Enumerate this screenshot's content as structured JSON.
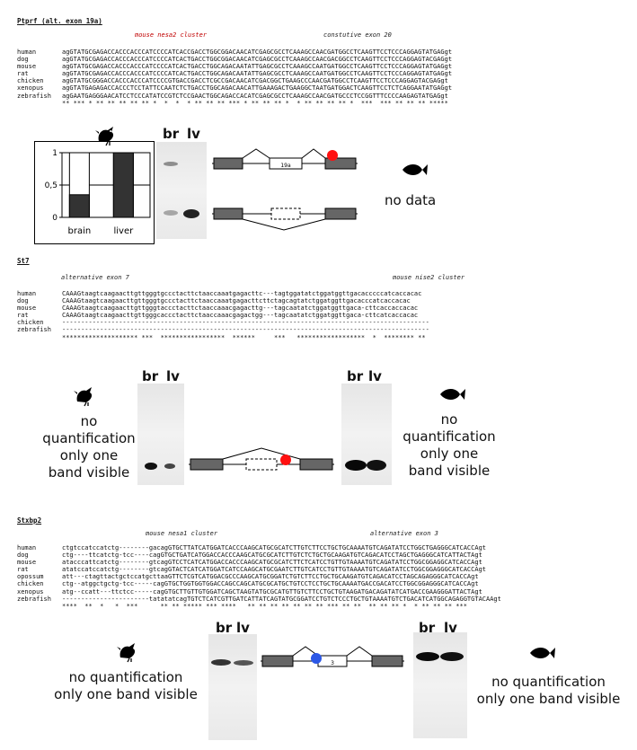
{
  "sections": {
    "ptprf": {
      "title": "Ptprf (alt. exon 19a)",
      "label_cluster": "mouse nesa2 cluster",
      "label_exon": "constutive exon 20",
      "species": [
        "human",
        "dog",
        "mouse",
        "rat",
        "chicken",
        "xenopus",
        "zebrafish"
      ],
      "seqs": [
        "agGTATGCGAGACCACCCACCCATCCCCATCACCGACCTGGCGGACAACATCGAGCGCCTCAAAGCCAACGATGGCCTCAAGTTCCTCCCAGGAGTATGAGgt",
        "agGTATGCGAGACCACCCACCCATCCCCATCACTGACCTGGCGGACAACATCGAGCGCCTCAAAGCCAACGACGGCCTCAAGTTCCTCCCAGGAGTACGAGgt",
        "agGTATGCGAGACCACCCACCCATCCCCATCACTGACCTGGCAGACAATATTGAGCGCCTCAAAGCCAATGATGGCCTCAAGTTCCTCCCAGGAGTATGAGgt",
        "agGTATGCGAGACCACCCACCCATCCCCATCACTGACCTGGCAGACAATATTGAGCGCCTCAAAGCCAATGATGGCCTCAAGTTCCTCCCAGGAGTATGAGgt",
        "agGTATGCGGGACCACCCACCCATCCCCGTGACCGACCTCGCCGACAACATCGACGGCTGAAGCCCAACGATGGCCTCAAGTTCCTCCCAGGAGTACGAGgt",
        "agGTATGAGAGACCACCCTCCTATTCCAATCTCTGACCTGGCAGACAACATTGAAAGACTGAAGGCTAATGATGGACTCAAGTTCCTCTCAGGAATATGAGgt",
        "agGAATGAGGGAACATCCTCCCATATCCGTCTCCGAACTGGCAGACCACATCGAGCGCCTCAAAGCCAACGATGCCCTCCGGTTTCCCCAAGAGTATGAGgt"
      ],
      "stars": "** *** * ** ** ** ** ** *  *  *  * ** ** ** *** * ** ** ** *  * ** ** ** ** *  ***  *** ** ** ** *****",
      "chart_data": {
        "type": "bar",
        "categories": [
          "brain",
          "liver"
        ],
        "series": [
          {
            "values": [
              0.35,
              1.0
            ]
          }
        ],
        "yticks": [
          "0",
          "0,5",
          "1"
        ],
        "ylim": [
          0,
          1
        ]
      },
      "gel_lanes": [
        "br",
        "lv"
      ],
      "exon_box": "19a",
      "nodata": "no data"
    },
    "st7": {
      "title": "St7",
      "label_exon": "alternative exon 7",
      "label_cluster": "mouse nise2 cluster",
      "species": [
        "human",
        "dog",
        "mouse",
        "rat",
        "chicken",
        "zebrafish"
      ],
      "seqs": [
        "CAAAGtaagtcaagaacttgttgggtgccctacttctaaccaaatgagacttc---tagtggatatctggatggttgacacccccatcaccacac",
        "CAAAGtaagtcaagaacttgttgggtgccctacttctaaccaaatgagacttcttctagcagtatctggatggttgacacccatcaccacac",
        "CAAAGtaagtcaagaacttgttgggtaccctacttctaaccaaacgagacttg---tagcaatatctggatggttgaca-cttcaccaccacac",
        "CAAAGtaagtcaagaacttgttgggcaccctacttctaaccaaacgagactgg---tagcaatatctggatggttgaca-cttcatcaccacac",
        "-------------------------------------------------------------------------------------------------",
        "-------------------------------------------------------------------------------------------------"
      ],
      "stars": "******************** ***  *****************  ******     ***   ******************  *  ******** **",
      "left_text": [
        "no quantification",
        "only one",
        "band visible"
      ],
      "right_text": [
        "no quantification",
        "only one",
        "band visible"
      ],
      "gel_lanes": [
        "br",
        "lv"
      ]
    },
    "stxbp2": {
      "title": "Stxbp2",
      "label_cluster": "mouse nesa1 cluster",
      "label_exon": "alternative exon 3",
      "species": [
        "human",
        "dog",
        "mouse",
        "rat",
        "opossum",
        "chicken",
        "xenopus",
        "zebrafish"
      ],
      "seqs": [
        "ctgtccatccatctg--------gacagGTGCTTATCATGGATCACCCAAGCATGCGCATCTTGTCTTCCTGCTGCAAAATGTCAGATATCCTGGCTGAGGGCATCACCAgt",
        "ctg----ttcatctg-tcc----cagGTGCTGATCATGGACCACCCAAGCATGCGCATCTTGTCTCTGCTGCAAGATGTCAGACATCCTAGCTGAGGGCATCATTACTAgt",
        "atacccattcatctg--------gtcagGTCCTCATCATGGACCACCCAAGCATGCGCATCTTCTCATCCTGTTGTAAAATGTCAGATATCCTGGCGGAGGCATCACCAgt",
        "atatccatccatctg--------gtcagGTACTCATCATGGATCATCCAAGCATGCGAATCTTGTCATCCTGTTGTAAAATGTCAGATATCCTGGCGGAGGGCATCACCAgt",
        "att---ctagttactgctccatgcttaaGTTCTCGTCATGGACGCCCAAGCATGCGGATCTGTCTTCCTGCTGCAAGATGTCAGACATCCTAGCAGAGGGCATCACCAgt",
        "ctg--atggctgctg-tcc-----cagGTGCTGGTGGTGGACCAGCCAGCATGCGCATGCTGTCCTCCTGCTGCAAAATGACCGACATCCTGGCGGAGGGCATCACCAgt",
        "atg--ccatt---ttctcc-----cagGTGCTTGTTGTGGATCAGCTAAGTATGCGCATGTTGTCTTCCTGCTGTAAGATGACAGATATCATGACCGAAGGGATTACTAgt",
        "-----------------------tatatatcagTGTCTCATCGTTGATCATTATCAGTATGCGGATCCTGTCTCCCTGCTGTAAAATGTCTGACATCATGGCAGAGGTGTACAAgt"
      ],
      "stars": "****  **  *   *  ***      ** ** ***** *** ****   ** ** ** ** ** ** ** *** ** **  ** ** ** *  * ** ** ** ***",
      "left_text": [
        "no quantification",
        "only one band visible"
      ],
      "right_text": [
        "no quantification",
        "only one band visible"
      ],
      "gel_lanes": [
        "br",
        "lv"
      ],
      "exon_box": "3"
    }
  }
}
